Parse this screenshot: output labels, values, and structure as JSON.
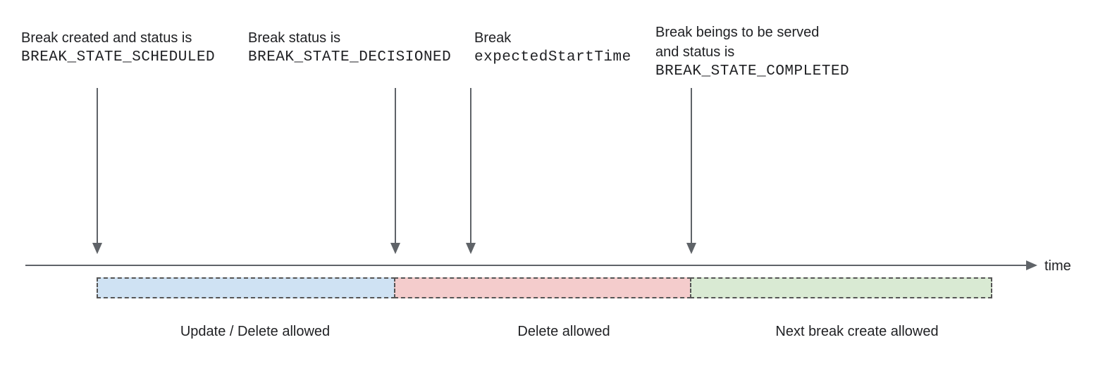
{
  "diagram": {
    "annotations": [
      {
        "line1": "Break created and status is",
        "code": "BREAK_STATE_SCHEDULED"
      },
      {
        "line1": "Break status is",
        "code": "BREAK_STATE_DECISIONED"
      },
      {
        "line1": "Break",
        "code": "expectedStartTime"
      },
      {
        "line1": "Break beings to be served",
        "line2": "and status is",
        "code": "BREAK_STATE_COMPLETED"
      }
    ],
    "axis": {
      "label": "time",
      "line_color": "#5f6368"
    },
    "segments": [
      {
        "label": "Update / Delete allowed",
        "color": "#cfe2f3"
      },
      {
        "label": "Delete allowed",
        "color": "#f4cccc"
      },
      {
        "label": "Next break create allowed",
        "color": "#d9ead3"
      }
    ],
    "segment_border_color": "#555555",
    "text_color": "#202124"
  }
}
